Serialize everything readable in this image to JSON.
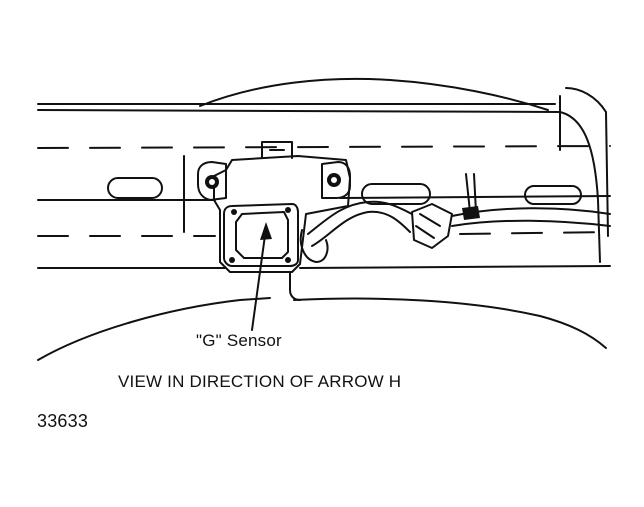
{
  "labels": {
    "sensor": "\"G\" Sensor",
    "caption": "VIEW IN DIRECTION OF ARROW H",
    "figure_number": "33633"
  },
  "colors": {
    "ink": "#111111",
    "paper": "#ffffff"
  }
}
